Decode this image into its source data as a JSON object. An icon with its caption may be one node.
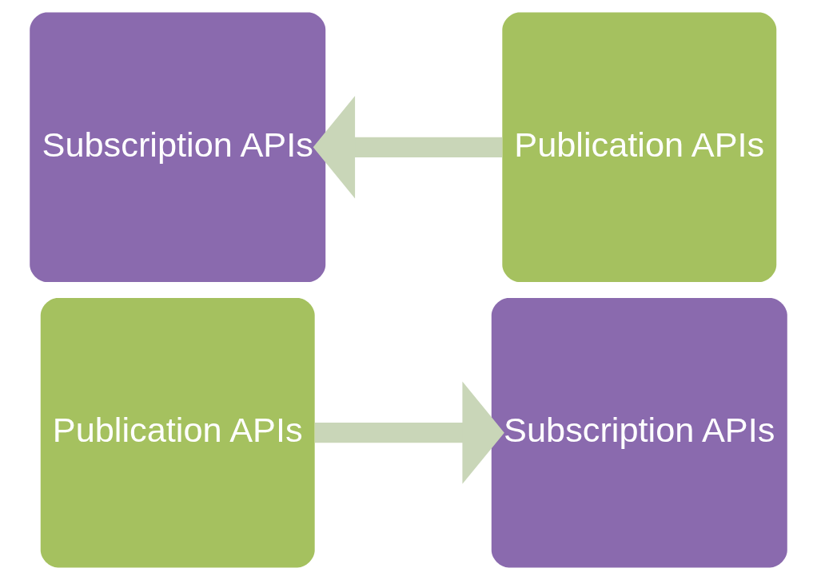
{
  "diagram": {
    "nodes": [
      {
        "text": [
          "Publication APIs"
        ]
      },
      {
        "text": [
          "Subscription APIs"
        ]
      },
      {
        "text": [
          "Subscription APIs"
        ]
      },
      {
        "text": [
          "Publication APIs"
        ]
      }
    ],
    "edges": [
      {
        "from": 0,
        "to": 2,
        "arrow": "to"
      },
      {
        "from": 3,
        "to": 1,
        "arrow": "to"
      }
    ]
  }
}
